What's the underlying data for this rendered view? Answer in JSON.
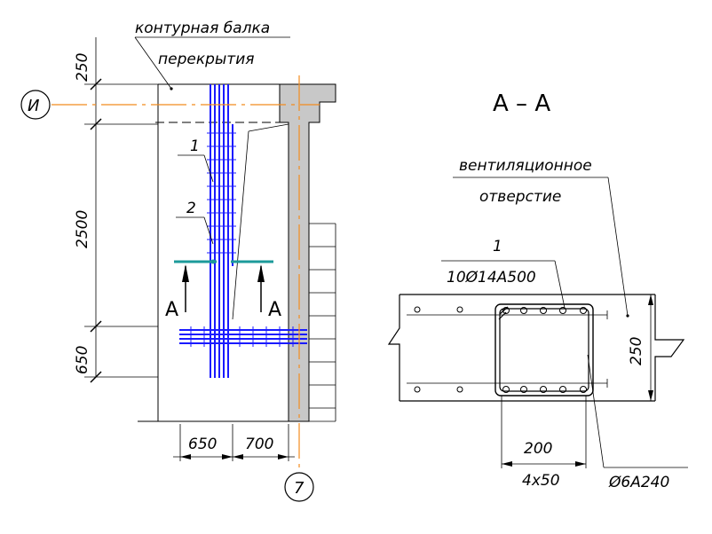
{
  "labels": {
    "beam_line1": "контурная балка",
    "beam_line2": "перекрытия",
    "section_title": "А – А",
    "vent_line1": "вентиляционное",
    "vent_line2": "отверстие",
    "pos1_left": "1",
    "pos2_left": "2",
    "pos1_right": "1",
    "rebar_spec": "10Ø14А500",
    "stirrup_spec": "Ø6А240",
    "cut_left": "А",
    "cut_right": "А"
  },
  "axes": {
    "row_axis": "И",
    "col_axis": "7"
  },
  "dimensions": {
    "v250": "250",
    "v2500": "2500",
    "v650": "650",
    "h650": "650",
    "h700": "700",
    "sec_h250": "250",
    "sec_w200": "200",
    "sec_4x50": "4х50"
  }
}
